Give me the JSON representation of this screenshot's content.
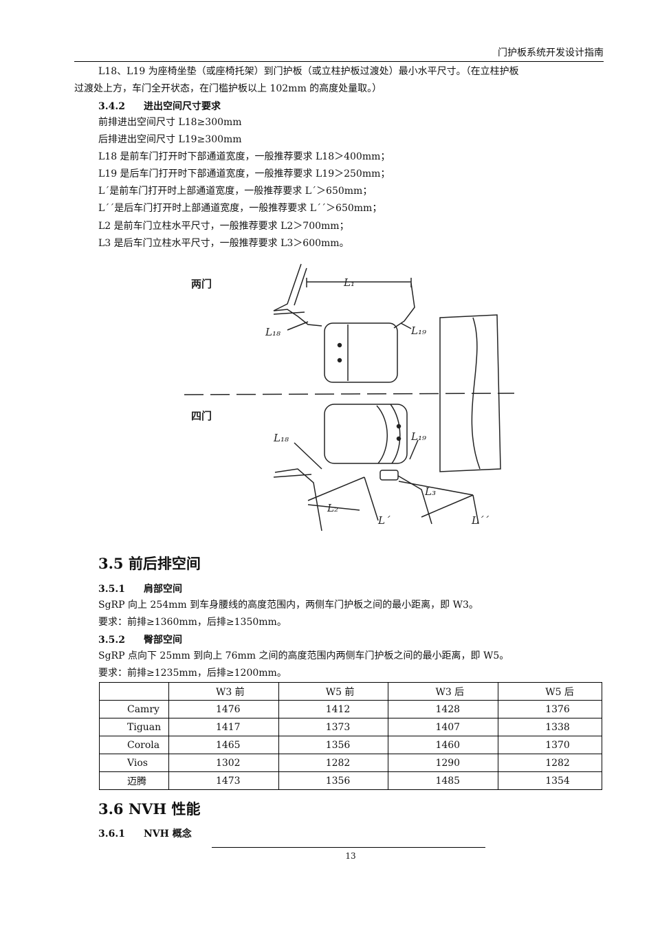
{
  "header": {
    "title": "门护板系统开发设计指南"
  },
  "intro": {
    "line1": "L18、L19 为座椅坐垫（或座椅托架）到门护板（或立柱护板过渡处）最小水平尺寸。（在立柱护板",
    "line2": "过渡处上方，车门全开状态，在门槛护板以上 102mm 的高度处量取。）"
  },
  "s342": {
    "num": "3.4.2",
    "title": "进出空间尺寸要求",
    "lines": [
      "前排进出空间尺寸 L18≥300mm",
      "后排进出空间尺寸 L19≥300mm",
      "L18 是前车门打开时下部通道宽度，一般推荐要求 L18＞400mm；",
      "L19 是后车门打开时下部通道宽度，一般推荐要求 L19＞250mm；",
      "L´是前车门打开时上部通道宽度，一般推荐要求 L´＞650mm；",
      "L´´是后车门打开时上部通道宽度，一般推荐要求 L´´＞650mm；",
      "L2 是前车门立柱水平尺寸，一般推荐要求 L2＞700mm；",
      "L3 是后车门立柱水平尺寸，一般推荐要求 L3＞600mm。"
    ]
  },
  "figure": {
    "label_two_door": "两门",
    "label_four_door": "四门",
    "L1": "L₁",
    "L18_top": "L₁₈",
    "L19_top": "L₁₉",
    "L18_bottom": "L₁₈",
    "L19_bottom": "L₁₉",
    "L2": "L₂",
    "L3": "L₃",
    "Lp": "L´",
    "Lpp": "L´´"
  },
  "s35": {
    "title": "3.5 前后排空间"
  },
  "s351": {
    "num": "3.5.1",
    "title": "肩部空间",
    "line1": "SgRP 向上 254mm 到车身腰线的高度范围内，两侧车门护板之间的最小距离，即 W3。",
    "line2": "要求：前排≥1360mm，后排≥1350mm。"
  },
  "s352": {
    "num": "3.5.2",
    "title": "臀部空间",
    "line1": "SgRP 点向下 25mm 到向上 76mm 之间的高度范围内两侧车门护板之间的最小距离，即 W5。",
    "line2": "要求：前排≥1235mm，后排≥1200mm。"
  },
  "table": {
    "headers": [
      "",
      "W3 前",
      "W5 前",
      "W3 后",
      "W5 后"
    ],
    "rows": [
      [
        "Camry",
        "1476",
        "1412",
        "1428",
        "1376"
      ],
      [
        "Tiguan",
        "1417",
        "1373",
        "1407",
        "1338"
      ],
      [
        "Corola",
        "1465",
        "1356",
        "1460",
        "1370"
      ],
      [
        "Vios",
        "1302",
        "1282",
        "1290",
        "1282"
      ],
      [
        "迈腾",
        "1473",
        "1356",
        "1485",
        "1354"
      ]
    ]
  },
  "s36": {
    "title": "3.6 NVH 性能"
  },
  "s361": {
    "num": "3.6.1",
    "title": "NVH 概念"
  },
  "footer": {
    "page": "13"
  }
}
